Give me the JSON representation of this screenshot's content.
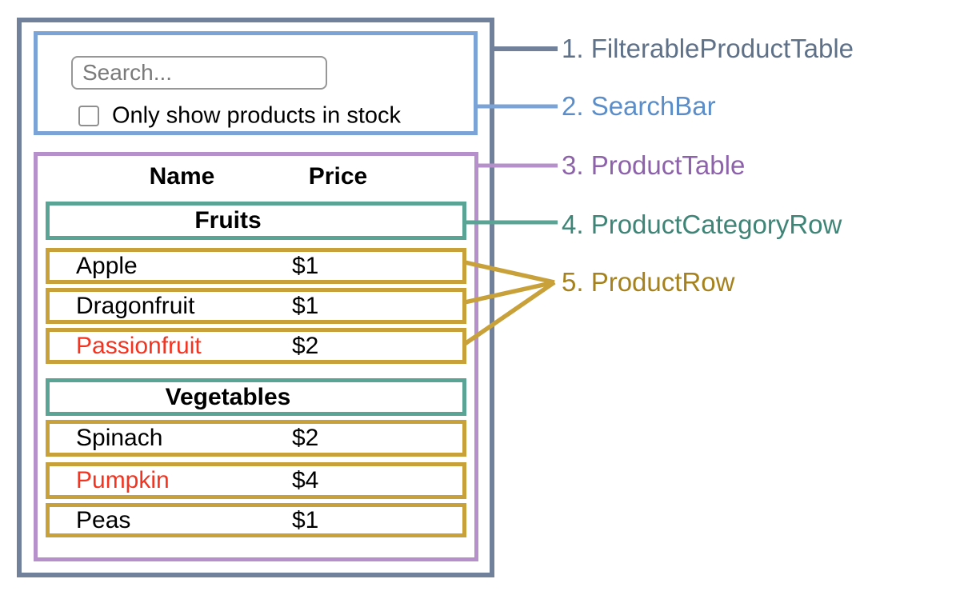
{
  "colors": {
    "slate": "#72819b",
    "slate-text": "#5e7189",
    "blue": "#7ba3d6",
    "blue-text": "#5b8ec8",
    "purple": "#b590cb",
    "purple-text": "#8d62ab",
    "teal": "#5aa496",
    "teal-text": "#3f8577",
    "gold": "#c9a13b",
    "gold-text": "#a5821e",
    "red": "#f23420"
  },
  "annotations": {
    "labels": [
      {
        "text": "1. FilterableProductTable"
      },
      {
        "text": "2. SearchBar"
      },
      {
        "text": "3. ProductTable"
      },
      {
        "text": "4. ProductCategoryRow"
      },
      {
        "text": "5. ProductRow"
      }
    ]
  },
  "search_bar": {
    "placeholder": "Search...",
    "checkbox_label": "Only show products in stock",
    "checkbox_checked": false
  },
  "product_table": {
    "headers": {
      "name": "Name",
      "price": "Price"
    },
    "sections": [
      {
        "category": "Fruits",
        "rows": [
          {
            "name": "Apple",
            "price": "$1",
            "out_of_stock": false
          },
          {
            "name": "Dragonfruit",
            "price": "$1",
            "out_of_stock": false
          },
          {
            "name": "Passionfruit",
            "price": "$2",
            "out_of_stock": true
          }
        ]
      },
      {
        "category": "Vegetables",
        "rows": [
          {
            "name": "Spinach",
            "price": "$2",
            "out_of_stock": false
          },
          {
            "name": "Pumpkin",
            "price": "$4",
            "out_of_stock": true
          },
          {
            "name": "Peas",
            "price": "$1",
            "out_of_stock": false
          }
        ]
      }
    ]
  }
}
